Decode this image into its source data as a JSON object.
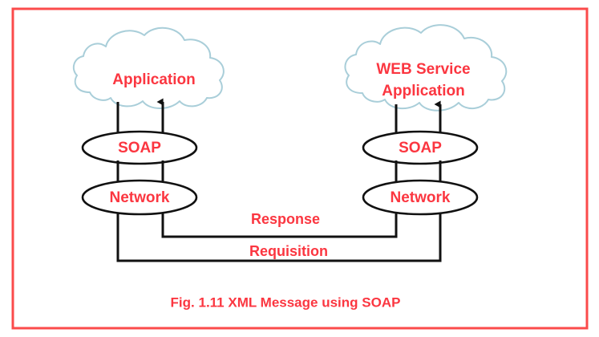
{
  "figure": {
    "caption": "Fig. 1.11 XML Message using SOAP",
    "accent_color": "#fb3640",
    "border_color": "#fb4b4b",
    "cloud_stroke_color": "#a9ced9",
    "node_stroke_color": "#111111",
    "background_color": "#ffffff"
  },
  "left_stack": {
    "cloud_label": "Application",
    "soap_label": "SOAP",
    "network_label": "Network"
  },
  "right_stack": {
    "cloud_label_line1": "WEB Service",
    "cloud_label_line2": "Application",
    "soap_label": "SOAP",
    "network_label": "Network"
  },
  "flows": {
    "response_label": "Response",
    "requisition_label": "Requisition"
  },
  "icons": {
    "up_arrow": "arrow-up-icon",
    "cloud": "cloud-icon"
  }
}
